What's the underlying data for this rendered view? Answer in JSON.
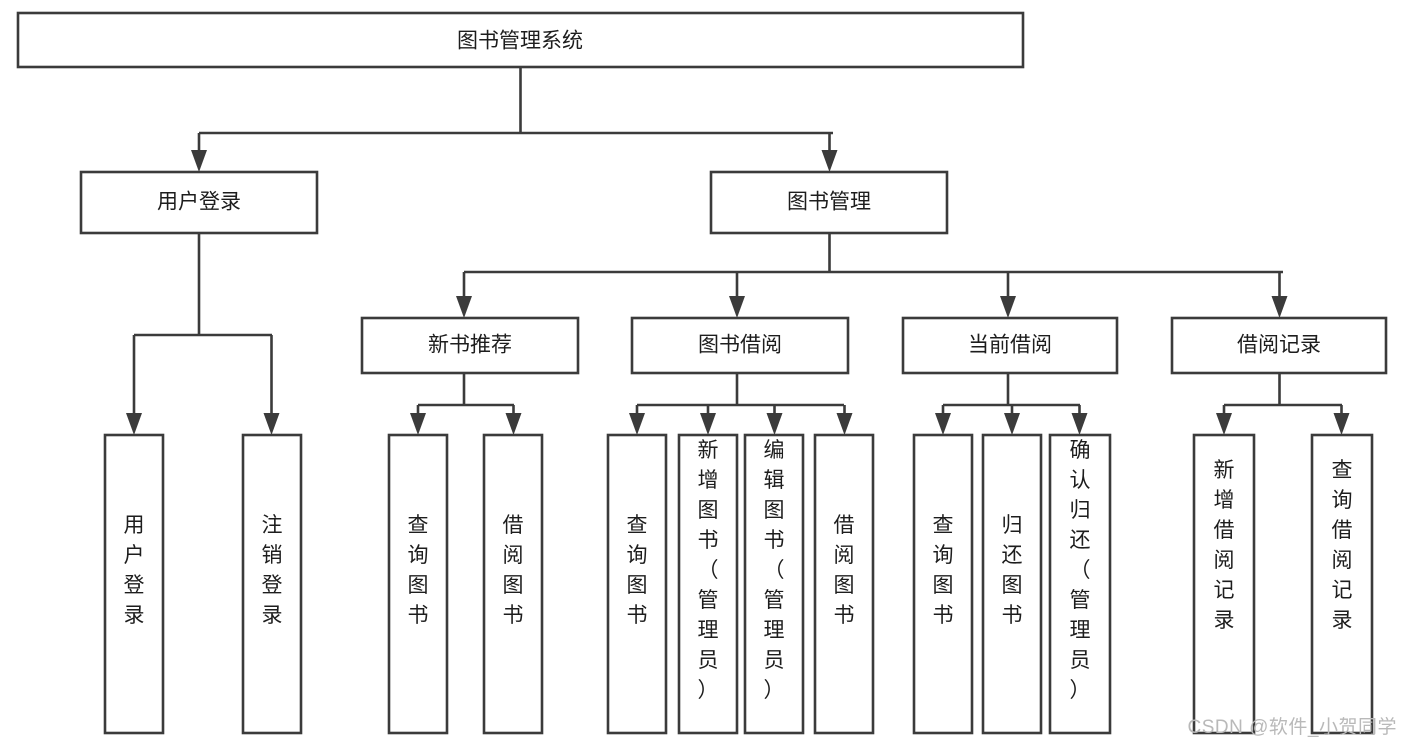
{
  "diagram": {
    "type": "tree-hierarchy-chart",
    "title": "图书管理系统",
    "colors": {
      "stroke": "#3b3b3b",
      "fill": "#ffffff",
      "text": "#1d1d1d",
      "background": "#ffffff",
      "watermark": "#b9b9b9"
    },
    "levels": {
      "level1": [
        {
          "id": "root",
          "label": "图书管理系统",
          "orientation": "horizontal"
        }
      ],
      "level2": [
        {
          "id": "user-login",
          "label": "用户登录",
          "orientation": "horizontal",
          "parent": "root"
        },
        {
          "id": "book-management",
          "label": "图书管理",
          "orientation": "horizontal",
          "parent": "root"
        }
      ],
      "level3": [
        {
          "id": "new-book-recommend",
          "label": "新书推荐",
          "orientation": "horizontal",
          "parent": "book-management"
        },
        {
          "id": "book-borrow",
          "label": "图书借阅",
          "orientation": "horizontal",
          "parent": "book-management"
        },
        {
          "id": "current-borrow",
          "label": "当前借阅",
          "orientation": "horizontal",
          "parent": "book-management"
        },
        {
          "id": "borrow-record",
          "label": "借阅记录",
          "orientation": "horizontal",
          "parent": "book-management"
        }
      ],
      "level4": [
        {
          "id": "leaf-user-login",
          "label": "用户登录",
          "orientation": "vertical",
          "parent": "user-login"
        },
        {
          "id": "leaf-logout",
          "label": "注销登录",
          "orientation": "vertical",
          "parent": "user-login"
        },
        {
          "id": "leaf-query-book-1",
          "label": "查询图书",
          "orientation": "vertical",
          "parent": "new-book-recommend"
        },
        {
          "id": "leaf-borrow-book-1",
          "label": "借阅图书",
          "orientation": "vertical",
          "parent": "new-book-recommend"
        },
        {
          "id": "leaf-query-book-2",
          "label": "查询图书",
          "orientation": "vertical",
          "parent": "book-borrow"
        },
        {
          "id": "leaf-add-book",
          "label": "新增图书（管理员）",
          "orientation": "vertical",
          "parent": "book-borrow"
        },
        {
          "id": "leaf-edit-book",
          "label": "编辑图书（管理员）",
          "orientation": "vertical",
          "parent": "book-borrow"
        },
        {
          "id": "leaf-borrow-book-2",
          "label": "借阅图书",
          "orientation": "vertical",
          "parent": "book-borrow"
        },
        {
          "id": "leaf-query-book-3",
          "label": "查询图书",
          "orientation": "vertical",
          "parent": "current-borrow"
        },
        {
          "id": "leaf-return-book",
          "label": "归还图书",
          "orientation": "vertical",
          "parent": "current-borrow"
        },
        {
          "id": "leaf-confirm-return",
          "label": "确认归还（管理员）",
          "orientation": "vertical",
          "parent": "current-borrow"
        },
        {
          "id": "leaf-add-record",
          "label": "新增借阅记录",
          "orientation": "vertical",
          "parent": "borrow-record"
        },
        {
          "id": "leaf-query-record",
          "label": "查询借阅记录",
          "orientation": "vertical",
          "parent": "borrow-record"
        }
      ]
    },
    "watermark": "CSDN @软件_小贺同学"
  }
}
